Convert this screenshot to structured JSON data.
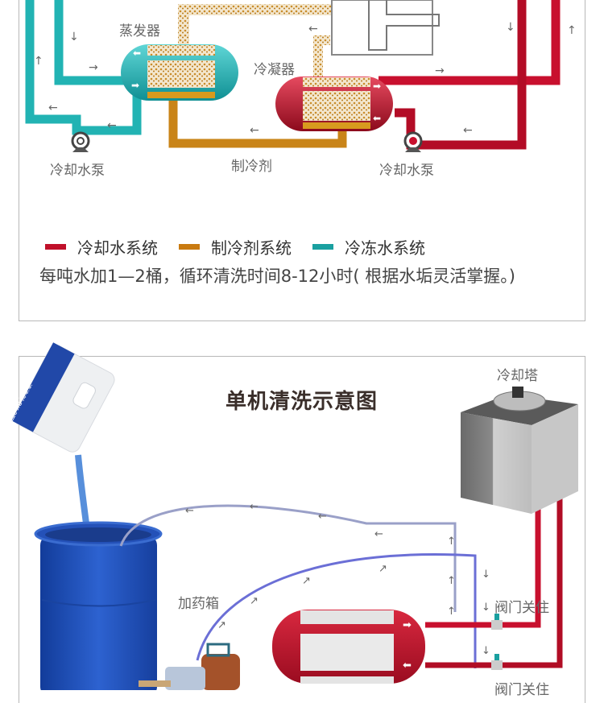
{
  "top_diagram": {
    "evaporator_label": "蒸发器",
    "condenser_label": "冷凝器",
    "refrigerant_label": "制冷剂",
    "pump_left_label": "冷却水泵",
    "pump_right_label": "冷却水泵"
  },
  "legend": {
    "items": [
      {
        "label": "冷却水系统",
        "color": "#c0102a"
      },
      {
        "label": "制冷剂系统",
        "color": "#c97a10"
      },
      {
        "label": "冷冻水系统",
        "color": "#1aa0a0"
      }
    ]
  },
  "note": "每吨水加1—2桶，循环清洗时间8-12小时( 根据水垢灵活掌握。)",
  "bottom_diagram": {
    "title": "单机清洗示意图",
    "cooling_tower_label": "冷却塔",
    "dosing_tank_label": "加药箱",
    "valve_label_1": "阀门关住",
    "valve_label_2": "阀门关住",
    "bottle_label": "清洗剂 BK-3TT"
  },
  "colors": {
    "cooling": "#c8102e",
    "refrigerant": "#c98418",
    "chilled": "#22b3b3",
    "barrel": "#1f4fb3"
  }
}
